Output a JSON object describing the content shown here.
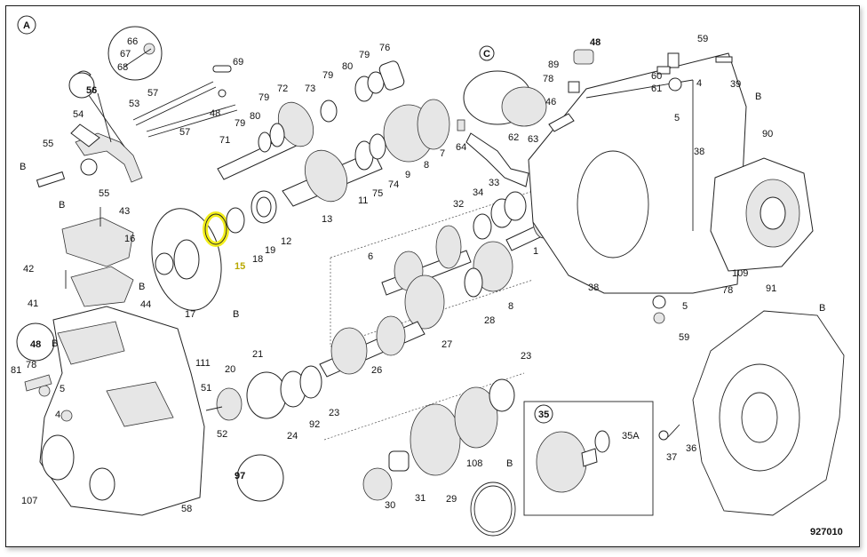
{
  "sheet": {
    "section_letter": "A",
    "drawing_number": "927010",
    "highlight_color": "#f2ee1a",
    "highlighted_part": "15"
  },
  "labels": {
    "l1": "1",
    "l4a": "4",
    "l4b": "4",
    "l5a": "5",
    "l5b": "5",
    "l5c": "5",
    "l6": "6",
    "l7": "7",
    "l8a": "8",
    "l8b": "8",
    "l9": "9",
    "l11": "11",
    "l12": "12",
    "l13": "13",
    "l15": "15",
    "l16": "16",
    "l17": "17",
    "l18": "18",
    "l19": "19",
    "l20": "20",
    "l21": "21",
    "l23a": "23",
    "l23b": "23",
    "l24": "24",
    "l26": "26",
    "l27": "27",
    "l28": "28",
    "l29": "29",
    "l30": "30",
    "l31": "31",
    "l32": "32",
    "l33": "33",
    "l34": "34",
    "l35": "35",
    "l35a": "35A",
    "l36": "36",
    "l37": "37",
    "l38a": "38",
    "l38b": "38",
    "l39": "39",
    "l41": "41",
    "l42": "42",
    "l43": "43",
    "l44": "44",
    "l46": "46",
    "l48a": "48",
    "l48b": "48",
    "l48c": "48",
    "l51": "51",
    "l52": "52",
    "l53": "53",
    "l54": "54",
    "l55a": "55",
    "l55b": "55",
    "l56": "56",
    "l57a": "57",
    "l57b": "57",
    "l58": "58",
    "l59a": "59",
    "l59b": "59",
    "l60": "60",
    "l61": "61",
    "l62": "62",
    "l63": "63",
    "l64": "64",
    "l66": "66",
    "l67": "67",
    "l68": "68",
    "l69": "69",
    "l71": "71",
    "l72": "72",
    "l73": "73",
    "l74": "74",
    "l75": "75",
    "l76": "76",
    "l78a": "78",
    "l78b": "78",
    "l78c": "78",
    "l79a": "79",
    "l79b": "79",
    "l79c": "79",
    "l79d": "79",
    "l80a": "80",
    "l80b": "80",
    "l81": "81",
    "l89": "89",
    "l90": "90",
    "l91": "91",
    "l92": "92",
    "l97": "97",
    "l107": "107",
    "l108": "108",
    "l109": "109",
    "l111": "111",
    "lBa": "B",
    "lBb": "B",
    "lBc": "B",
    "lBd": "B",
    "lBe": "B",
    "lBf": "B",
    "lBg": "B",
    "lBh": "B",
    "lC": "C"
  }
}
